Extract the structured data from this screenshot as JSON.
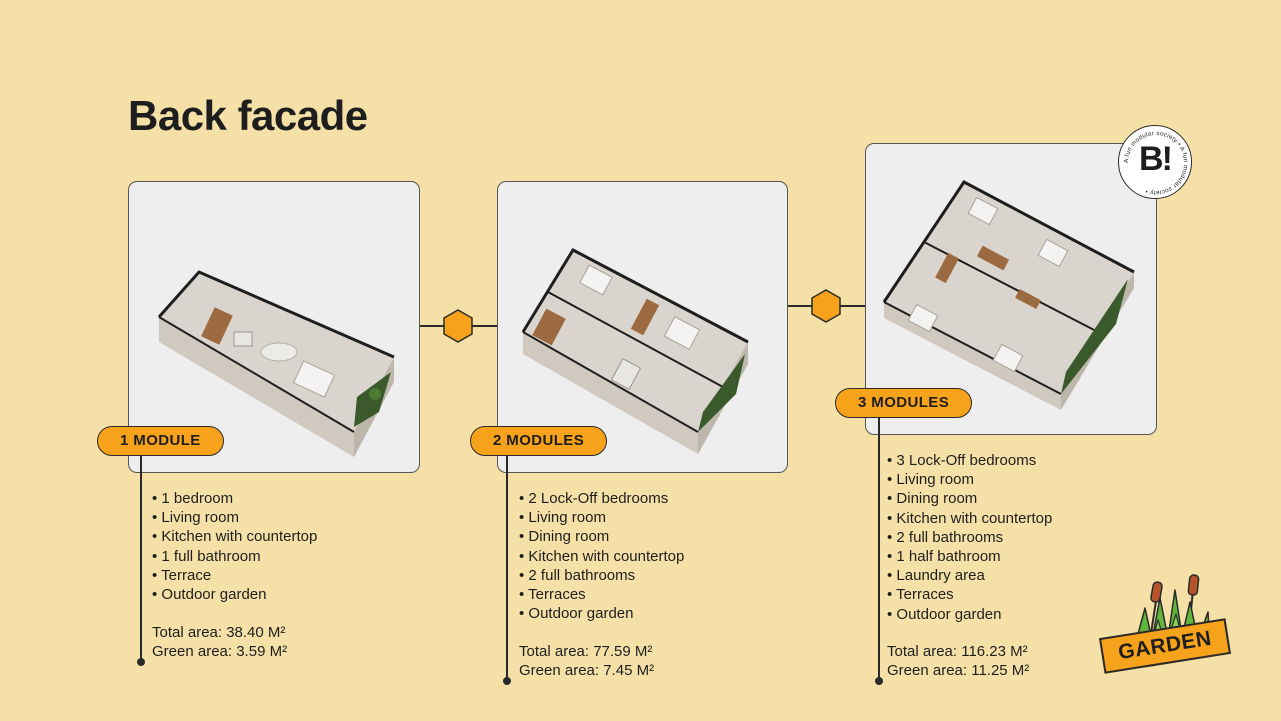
{
  "page": {
    "title": "Back facade",
    "background_color": "#f5e1a7",
    "accent_color": "#f7a21b"
  },
  "logo": {
    "mark": "B!",
    "ring_text": "A fun modular society • A fun modular society •",
    "icon": "brand-badge-icon"
  },
  "garden_badge": {
    "label": "GARDEN",
    "icon": "grass-cattail-icon"
  },
  "options": [
    {
      "label": "1 MODULE",
      "features": [
        "1 bedroom",
        "Living room",
        "Kitchen with countertop",
        "1 full bathroom",
        "Terrace",
        "Outdoor garden"
      ],
      "total_area": "Total area: 38.40 M²",
      "green_area": "Green area: 3.59 M²"
    },
    {
      "label": "2 MODULES",
      "features": [
        "2 Lock-Off bedrooms",
        "Living room",
        "Dining room",
        "Kitchen with countertop",
        "2 full bathrooms",
        "Terraces",
        "Outdoor garden"
      ],
      "total_area": "Total area: 77.59 M²",
      "green_area": "Green area: 7.45 M²"
    },
    {
      "label": "3 MODULES",
      "features": [
        "3 Lock-Off bedrooms",
        "Living room",
        "Dining room",
        "Kitchen with countertop",
        "2 full bathrooms",
        "1 half bathroom",
        "Laundry area",
        "Terraces",
        "Outdoor garden"
      ],
      "total_area": "Total area: 116.23 M²",
      "green_area": "Green area: 11.25 M²"
    }
  ]
}
